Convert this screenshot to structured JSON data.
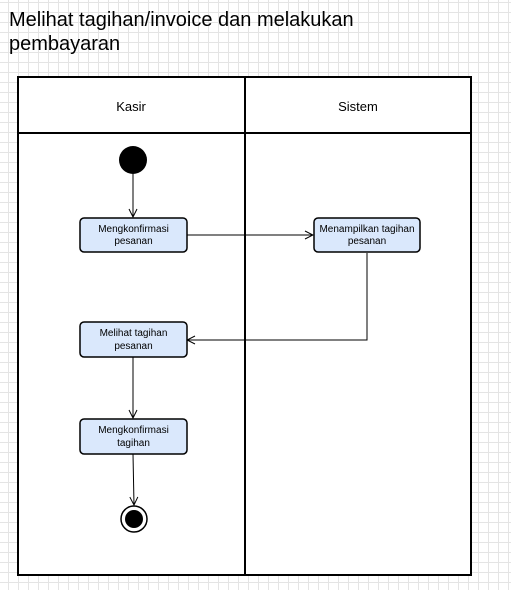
{
  "title": "Melihat tagihan/invoice dan melakukan pembayaran",
  "lanes": {
    "kasir": "Kasir",
    "sistem": "Sistem"
  },
  "actions": {
    "konfirmasi_pesanan": [
      "Mengkonfirmasi",
      "pesanan"
    ],
    "tampilkan_tagihan": [
      "Menampilkan tagihan",
      "pesanan"
    ],
    "lihat_tagihan": [
      "Melihat tagihan",
      "pesanan"
    ],
    "konfirmasi_tagihan": [
      "Mengkonfirmasi",
      "tagihan"
    ]
  },
  "colors": {
    "action_fill": "#dae8fc",
    "action_stroke": "#000000",
    "lane_stroke": "#000000",
    "grid": "#e4e4e4"
  }
}
